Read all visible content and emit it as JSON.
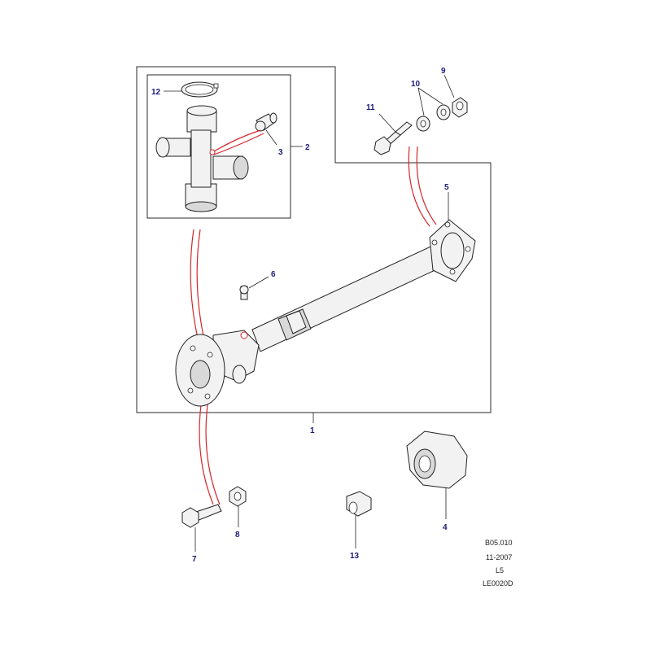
{
  "callouts": {
    "c1": "1",
    "c2": "2",
    "c3": "3",
    "c4": "4",
    "c5": "5",
    "c6": "6",
    "c7": "7",
    "c8": "8",
    "c9": "9",
    "c10": "10",
    "c11": "11",
    "c12": "12",
    "c13": "13"
  },
  "reference": {
    "code": "B05.010",
    "date": "11-2007",
    "level": "L5",
    "drawing": "LE0020D"
  },
  "colors": {
    "callout_text": "#1a1a7a",
    "indicator_lines": "#d4262a"
  }
}
